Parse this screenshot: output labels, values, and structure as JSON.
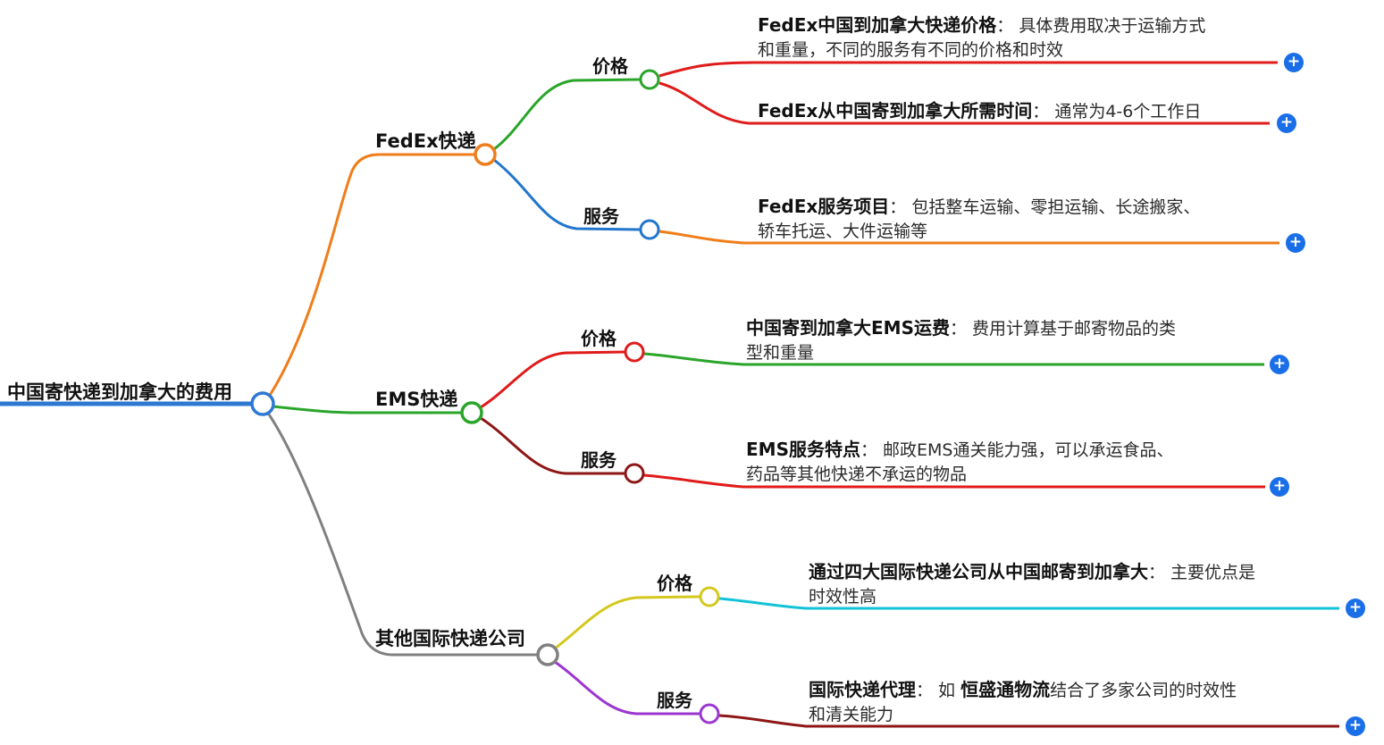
{
  "root": {
    "label": "中国寄快递到加拿大的费用"
  },
  "branches": [
    {
      "label": "FedEx快递"
    },
    {
      "label": "EMS快递"
    },
    {
      "label": "其他国际快递公司"
    }
  ],
  "subnodes": [
    {
      "label": "价格"
    },
    {
      "label": "服务"
    },
    {
      "label": "价格"
    },
    {
      "label": "服务"
    },
    {
      "label": "价格"
    },
    {
      "label": "服务"
    }
  ],
  "leaves": [
    {
      "title": "FedEx中国到加拿大快递价格",
      "desc": "： 具体费用取决于运输方式\n和重量，不同的服务有不同的价格和时效"
    },
    {
      "title": "FedEx从中国寄到加拿大所需时间",
      "desc": "： 通常为4-6个工作日"
    },
    {
      "title": "FedEx服务项目",
      "desc": "： 包括整车运输、零担运输、长途搬家、\n轿车托运、大件运输等"
    },
    {
      "title": "中国寄到加拿大EMS运费",
      "desc": "： 费用计算基于邮寄物品的类\n型和重量"
    },
    {
      "title": "EMS服务特点",
      "desc": "： 邮政EMS通关能力强，可以承运食品、\n药品等其他快递不承运的物品"
    },
    {
      "title": "通过四大国际快递公司从中国邮寄到加拿大",
      "desc": "： 主要优点是\n时效性高"
    },
    {
      "title": "国际快递代理",
      "mid": "： 如 ",
      "title2": "恒盛通物流",
      "desc": "结合了多家公司的时效性\n和清关能力"
    }
  ],
  "icons": {
    "plus": "+"
  },
  "colors": {
    "root_blue": "#2e78d2",
    "plus_blue": "#1a6fe8",
    "orange": "#ef7d1a",
    "green": "#2aa52a",
    "blue": "#2276cc",
    "red": "#e01b1b",
    "dark_red": "#8e1616",
    "gray": "#808080",
    "yellow": "#d4c81e",
    "cyan": "#12c3d8",
    "purple": "#9c36d0"
  }
}
